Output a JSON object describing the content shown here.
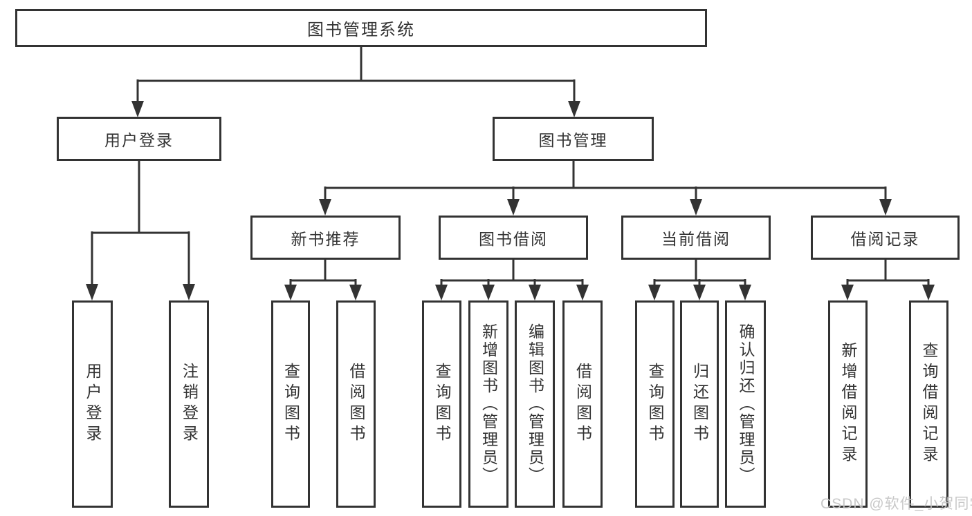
{
  "colors": {
    "line": "#333333",
    "box_border": "#333333",
    "box_background": "#ffffff",
    "text": "#333333",
    "watermark": "#c3c3c3"
  },
  "nodes": {
    "root": {
      "label": "图书管理系统"
    },
    "user_login": {
      "label": "用户登录"
    },
    "book_mgmt": {
      "label": "图书管理"
    },
    "new_book_rec": {
      "label": "新书推荐"
    },
    "book_borrow": {
      "label": "图书借阅"
    },
    "current_borrow": {
      "label": "当前借阅"
    },
    "borrow_record": {
      "label": "借阅记录"
    },
    "leaf_user_login": {
      "label": "用户登录"
    },
    "leaf_logout": {
      "label": "注销登录"
    },
    "leaf_query_book_1": {
      "label": "查询图书"
    },
    "leaf_borrow_book_1": {
      "label": "借阅图书"
    },
    "leaf_query_book_2": {
      "label": "查询图书"
    },
    "leaf_add_book": {
      "label": "新增图书（管理员）"
    },
    "leaf_edit_book": {
      "label": "编辑图书（管理员）"
    },
    "leaf_borrow_book_2": {
      "label": "借阅图书"
    },
    "leaf_query_book_3": {
      "label": "查询图书"
    },
    "leaf_return_book": {
      "label": "归还图书"
    },
    "leaf_confirm_return": {
      "label": "确认归还（管理员）"
    },
    "leaf_add_record": {
      "label": "新增借阅记录"
    },
    "leaf_query_record": {
      "label": "查询借阅记录"
    }
  },
  "hierarchy": {
    "root": "图书管理系统",
    "children": [
      {
        "label": "用户登录",
        "children": [
          "用户登录",
          "注销登录"
        ]
      },
      {
        "label": "图书管理",
        "children": [
          {
            "label": "新书推荐",
            "children": [
              "查询图书",
              "借阅图书"
            ]
          },
          {
            "label": "图书借阅",
            "children": [
              "查询图书",
              "新增图书（管理员）",
              "编辑图书（管理员）",
              "借阅图书"
            ]
          },
          {
            "label": "当前借阅",
            "children": [
              "查询图书",
              "归还图书",
              "确认归还（管理员）"
            ]
          },
          {
            "label": "借阅记录",
            "children": [
              "新增借阅记录",
              "查询借阅记录"
            ]
          }
        ]
      }
    ]
  },
  "watermark": {
    "text": "CSDN @软件_小贺同学"
  }
}
